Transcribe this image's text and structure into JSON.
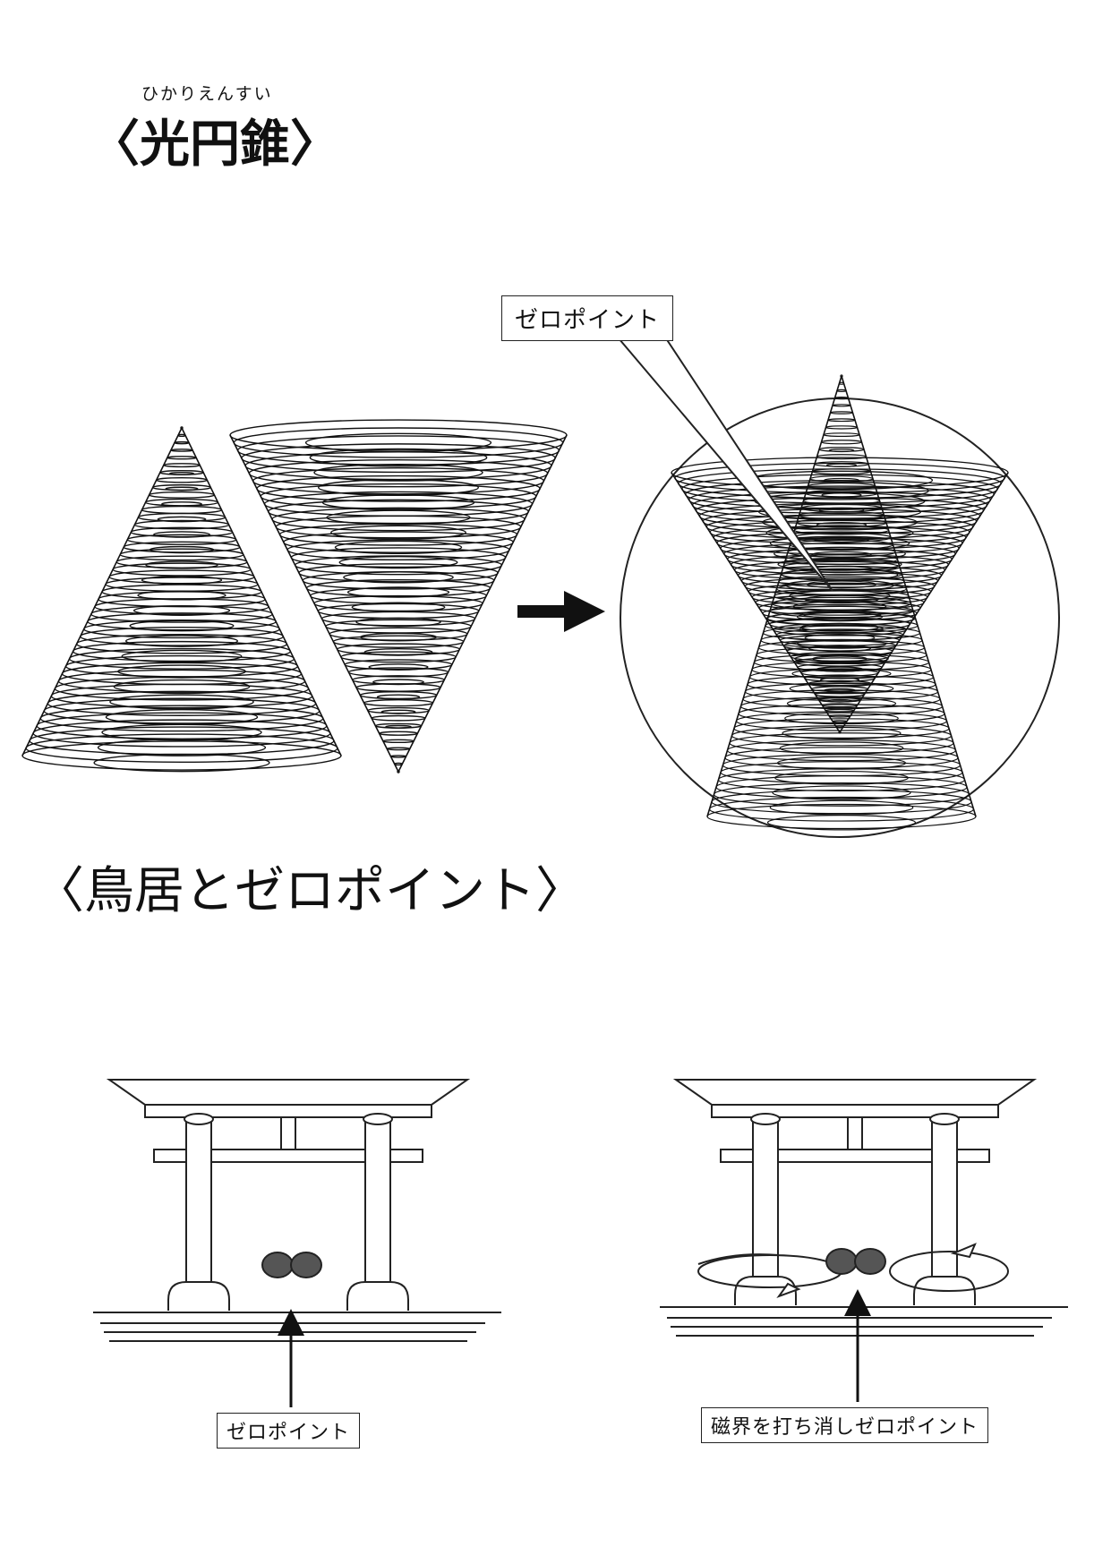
{
  "section1": {
    "ruby": "ひかりえんすい",
    "title": "〈光円錐〉",
    "callout": "ゼロポイント"
  },
  "section2": {
    "title": "〈鳥居とゼロポイント〉",
    "left_label": "ゼロポイント",
    "right_label": "磁界を打ち消しゼロポイント"
  },
  "colors": {
    "ink": "#111111",
    "zero_point_fill": "#555555"
  }
}
